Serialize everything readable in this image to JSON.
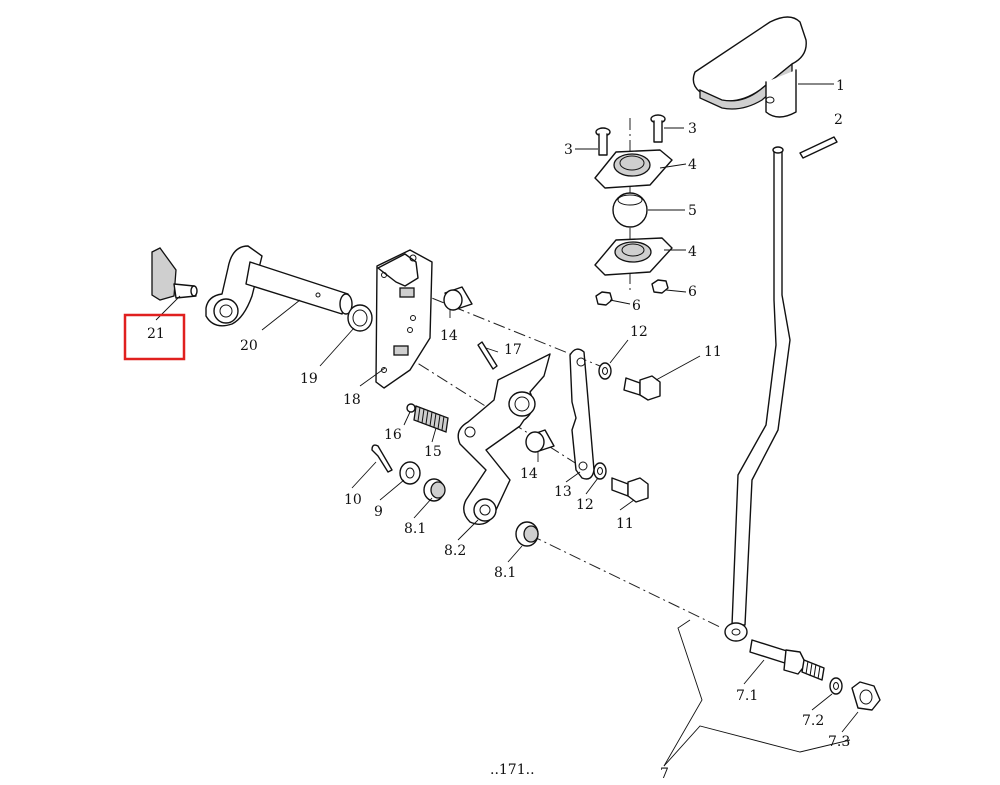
{
  "page_number": "..171..",
  "highlight_color": "#e0201f",
  "callouts": {
    "c1": "1",
    "c2": "2",
    "c3a": "3",
    "c3b": "3",
    "c4a": "4",
    "c4b": "4",
    "c5": "5",
    "c6a": "6",
    "c6b": "6",
    "c7": "7",
    "c71": "7.1",
    "c72": "7.2",
    "c73": "7.3",
    "c81a": "8.1",
    "c81b": "8.1",
    "c82": "8.2",
    "c9": "9",
    "c10": "10",
    "c11a": "11",
    "c11b": "11",
    "c12a": "12",
    "c12b": "12",
    "c13": "13",
    "c14a": "14",
    "c14b": "14",
    "c15": "15",
    "c16": "16",
    "c17": "17",
    "c18": "18",
    "c19": "19",
    "c20": "20",
    "c21": "21"
  },
  "highlighted_part": "21"
}
